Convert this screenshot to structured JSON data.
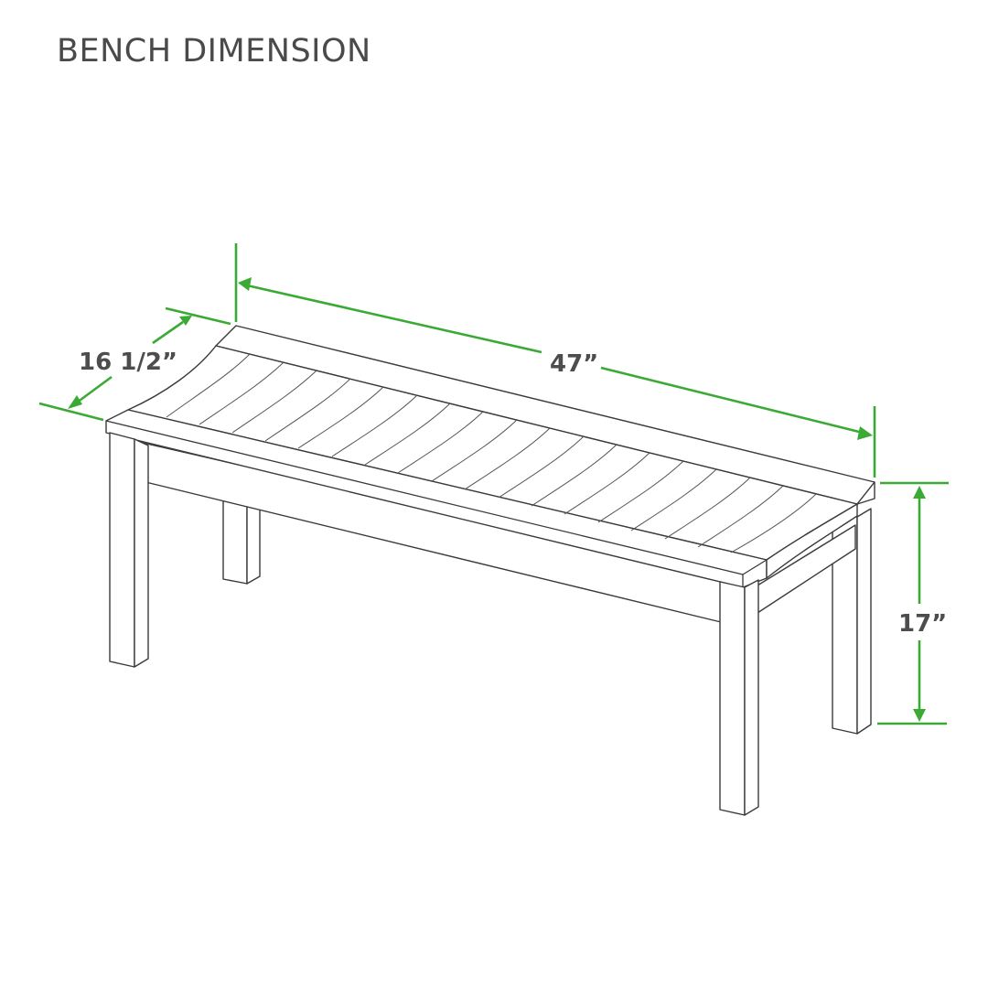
{
  "title": "BENCH DIMENSION",
  "colors": {
    "dimension_line": "#3aaa35",
    "drawing_line": "#3a3a3a",
    "title_text": "#4a4a4a",
    "label_text": "#4d4d4d",
    "background": "#ffffff"
  },
  "dimensions": {
    "depth": {
      "label": "16 1/2”",
      "value_in": 16.5,
      "axis": "depth"
    },
    "length": {
      "label": "47”",
      "value_in": 47,
      "axis": "length"
    },
    "height": {
      "label": "17”",
      "value_in": 17,
      "axis": "height"
    }
  },
  "drawing": {
    "subject": "slatted backless bench",
    "view": "isometric line drawing",
    "slat_count": 18,
    "leg_count": 4
  }
}
